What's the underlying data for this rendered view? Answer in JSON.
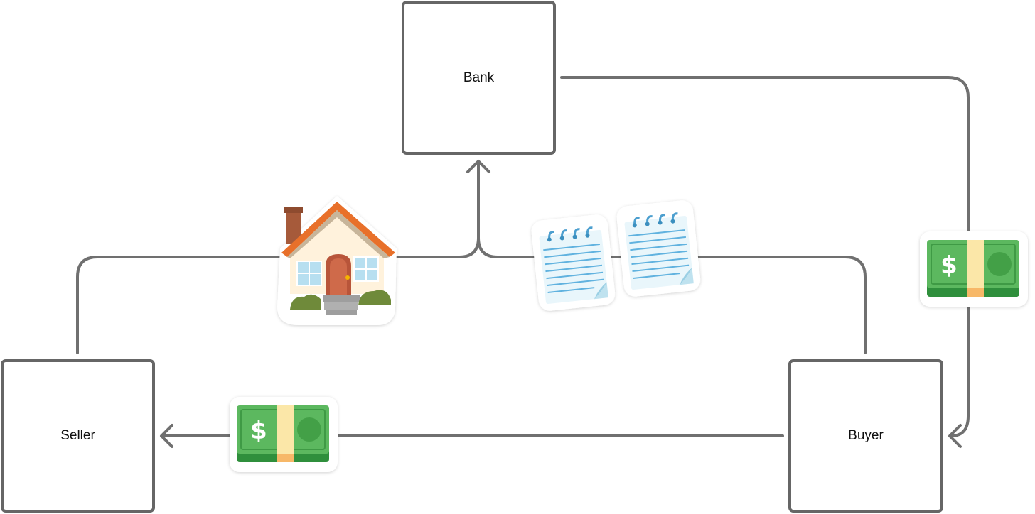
{
  "nodes": {
    "bank": "Bank",
    "seller": "Seller",
    "buyer": "Buyer"
  },
  "stickers": {
    "house": "house-with-garden-icon",
    "mortgage_papers": "spiral-notepad-icon",
    "money": "banknote-dollar-icon"
  },
  "colors": {
    "connector": "#707070",
    "node_border": "#666666",
    "bill_green": "#5ab55e",
    "roof_orange": "#e8702a",
    "note_blue": "#5aa9d9"
  }
}
